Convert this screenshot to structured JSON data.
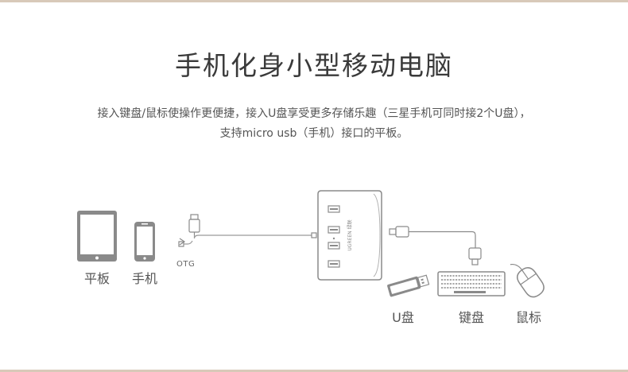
{
  "heading": "手机化身小型移动电脑",
  "description": {
    "line1": "接入键盘/鼠标使操作更便捷，接入U盘享受更多存储乐趣（三星手机可同时接2个U盘），",
    "line2": "支持micro usb（手机）接口的平板。"
  },
  "devices": {
    "tablet": "平板",
    "phone": "手机",
    "otg": "OTG",
    "usb_drive": "U盘",
    "keyboard": "键盘",
    "mouse": "鼠标"
  },
  "hub_logo": "UGREEN 绿联",
  "colors": {
    "accent_bar": "#d8c9b9",
    "device_gray": "#8a8a8a",
    "line_gray": "#9a9a9a"
  }
}
